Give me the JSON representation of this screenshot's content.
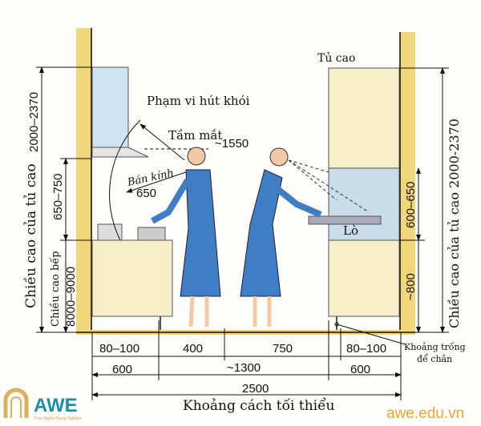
{
  "labels": {
    "tall_cabinet": "Tủ cao",
    "smoke_range": "Phạm vi hút khói",
    "eye_level": "Tầm mắt",
    "eye_height": "~1550",
    "radius": "Bán kính",
    "radius_value": "650",
    "oven": "Lò",
    "toe_space_1": "Khoảng trống",
    "toe_space_2": "để chân"
  },
  "left_dims": {
    "cabinet_height_label": "Chiều cao của tủ cao",
    "cabinet_height": "2000–2370",
    "hood_gap": "650–750",
    "counter_label": "Chiều cao bếp",
    "counter_height": "8000–9000"
  },
  "right_dims": {
    "cabinet_height_label": "Chiều cao của tủ cao 2000-2370",
    "oven_gap": "600–650",
    "counter_height": "~800"
  },
  "bottom_dims": {
    "row1": [
      "80–100",
      "400",
      "750",
      "80–100"
    ],
    "row2": [
      "600",
      "~1300",
      "600"
    ],
    "total": "2500",
    "caption": "Khoảng cách tối thiểu"
  },
  "branding": {
    "logo_text": "AWE",
    "logo_tagline": "Trao Nghề Dụng Nghiệp",
    "website": "awe.edu.vn"
  },
  "colors": {
    "wall": "#f2d77a",
    "cabinet": "#f6eec8",
    "dress": "#3f7dc4",
    "website": "#e8a43a",
    "logo_gold": "#d9b25a",
    "logo_teal": "#1e8fa6"
  }
}
